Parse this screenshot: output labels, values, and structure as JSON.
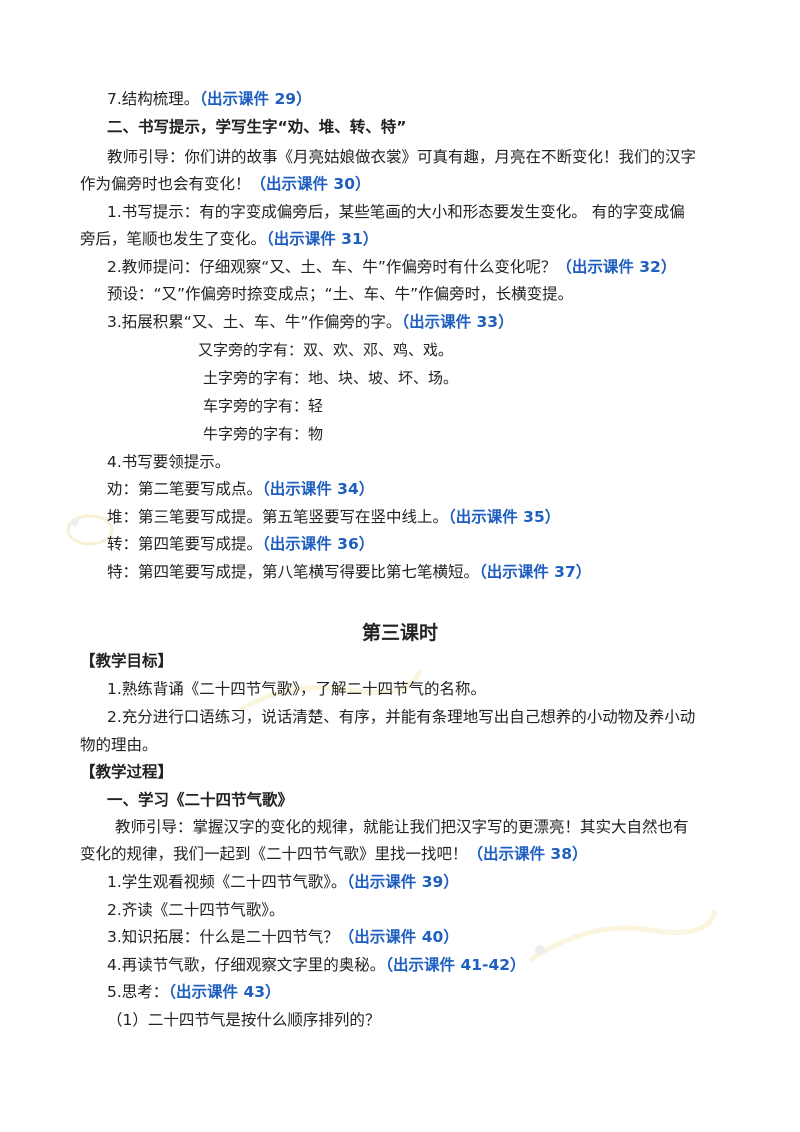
{
  "s1": {
    "l1": {
      "text": "7.结构梳理。",
      "ref": "（出示课件 29）"
    },
    "heading": "二、书写提示，学写生字“劝、堆、转、特”",
    "l2a": "教师引导：你们讲的故事《月亮姑娘做衣裳》可真有趣，月亮在不断变化！我们的汉字",
    "l2b": {
      "text": "作为偏旁时也会有变化！",
      "ref": "（出示课件 30）"
    },
    "l3a": "1.书写提示：有的字变成偏旁后，某些笔画的大小和形态要发生变化。   有的字变成偏",
    "l3b": {
      "text": "旁后，笔顺也发生了变化。",
      "ref": "（出示课件 31）"
    },
    "l4": {
      "text": "2.教师提问：仔细观察“又、土、车、牛”作偏旁时有什么变化呢？",
      "ref": "（出示课件 32）"
    },
    "l5": "预设：“又”作偏旁时捺变成点；“土、车、牛”作偏旁时，长横变提。",
    "l6": {
      "text": "3.拓展积累“又、土、车、牛”作偏旁的字。",
      "ref": "（出示课件 33）"
    },
    "rad1": "又字旁的字有：双、欢、邓、鸡、戏。",
    "rad2": "土字旁的字有：地、块、坡、坏、场。",
    "rad3": "车字旁的字有：轻",
    "rad4": "牛字旁的字有：物",
    "l7": "4.书写要领提示。",
    "l8": {
      "text": "劝：第二笔要写成点。",
      "ref": "（出示课件 34）"
    },
    "l9": {
      "text": "堆：第三笔要写成提。第五笔竖要写在竖中线上。",
      "ref": "（出示课件 35）"
    },
    "l10": {
      "text": "转：第四笔要写成提。",
      "ref": "（出示课件 36）"
    },
    "l11": {
      "text": "特：第四笔要写成提，第八笔横写得要比第七笔横短。",
      "ref": "（出示课件 37）"
    }
  },
  "s2": {
    "title": "第三课时",
    "goal_head": "【教学目标】",
    "g1": "1.熟练背诵《二十四节气歌》，了解二十四节气的名称。",
    "g2a": "2.充分进行口语练习，说话清楚、有序，并能有条理地写出自己想养的小动物及养小动",
    "g2b": "物的理由。",
    "proc_head": "【教学过程】",
    "sub1": "一、学习《二十四节气歌》",
    "p1a": "教师引导：掌握汉字的变化的规律，就能让我们把汉字写的更漂亮！其实大自然也有",
    "p1b": {
      "text": "变化的规律，我们一起到《二十四节气歌》里找一找吧！",
      "ref": "（出示课件 38）"
    },
    "p2": {
      "text": "1.学生观看视频《二十四节气歌》。",
      "ref": "（出示课件 39）"
    },
    "p3": "2.齐读《二十四节气歌》。",
    "p4": {
      "text": "3.知识拓展：什么是二十四节气？",
      "ref": "（出示课件 40）"
    },
    "p5": {
      "text": "4.再读节气歌，仔细观察文字里的奥秘。",
      "ref": "（出示课件 41-42）"
    },
    "p6": {
      "text": "5.思考：",
      "ref": "（出示课件 43）"
    },
    "p7": "（1）二十四节气是按什么顺序排列的？"
  }
}
